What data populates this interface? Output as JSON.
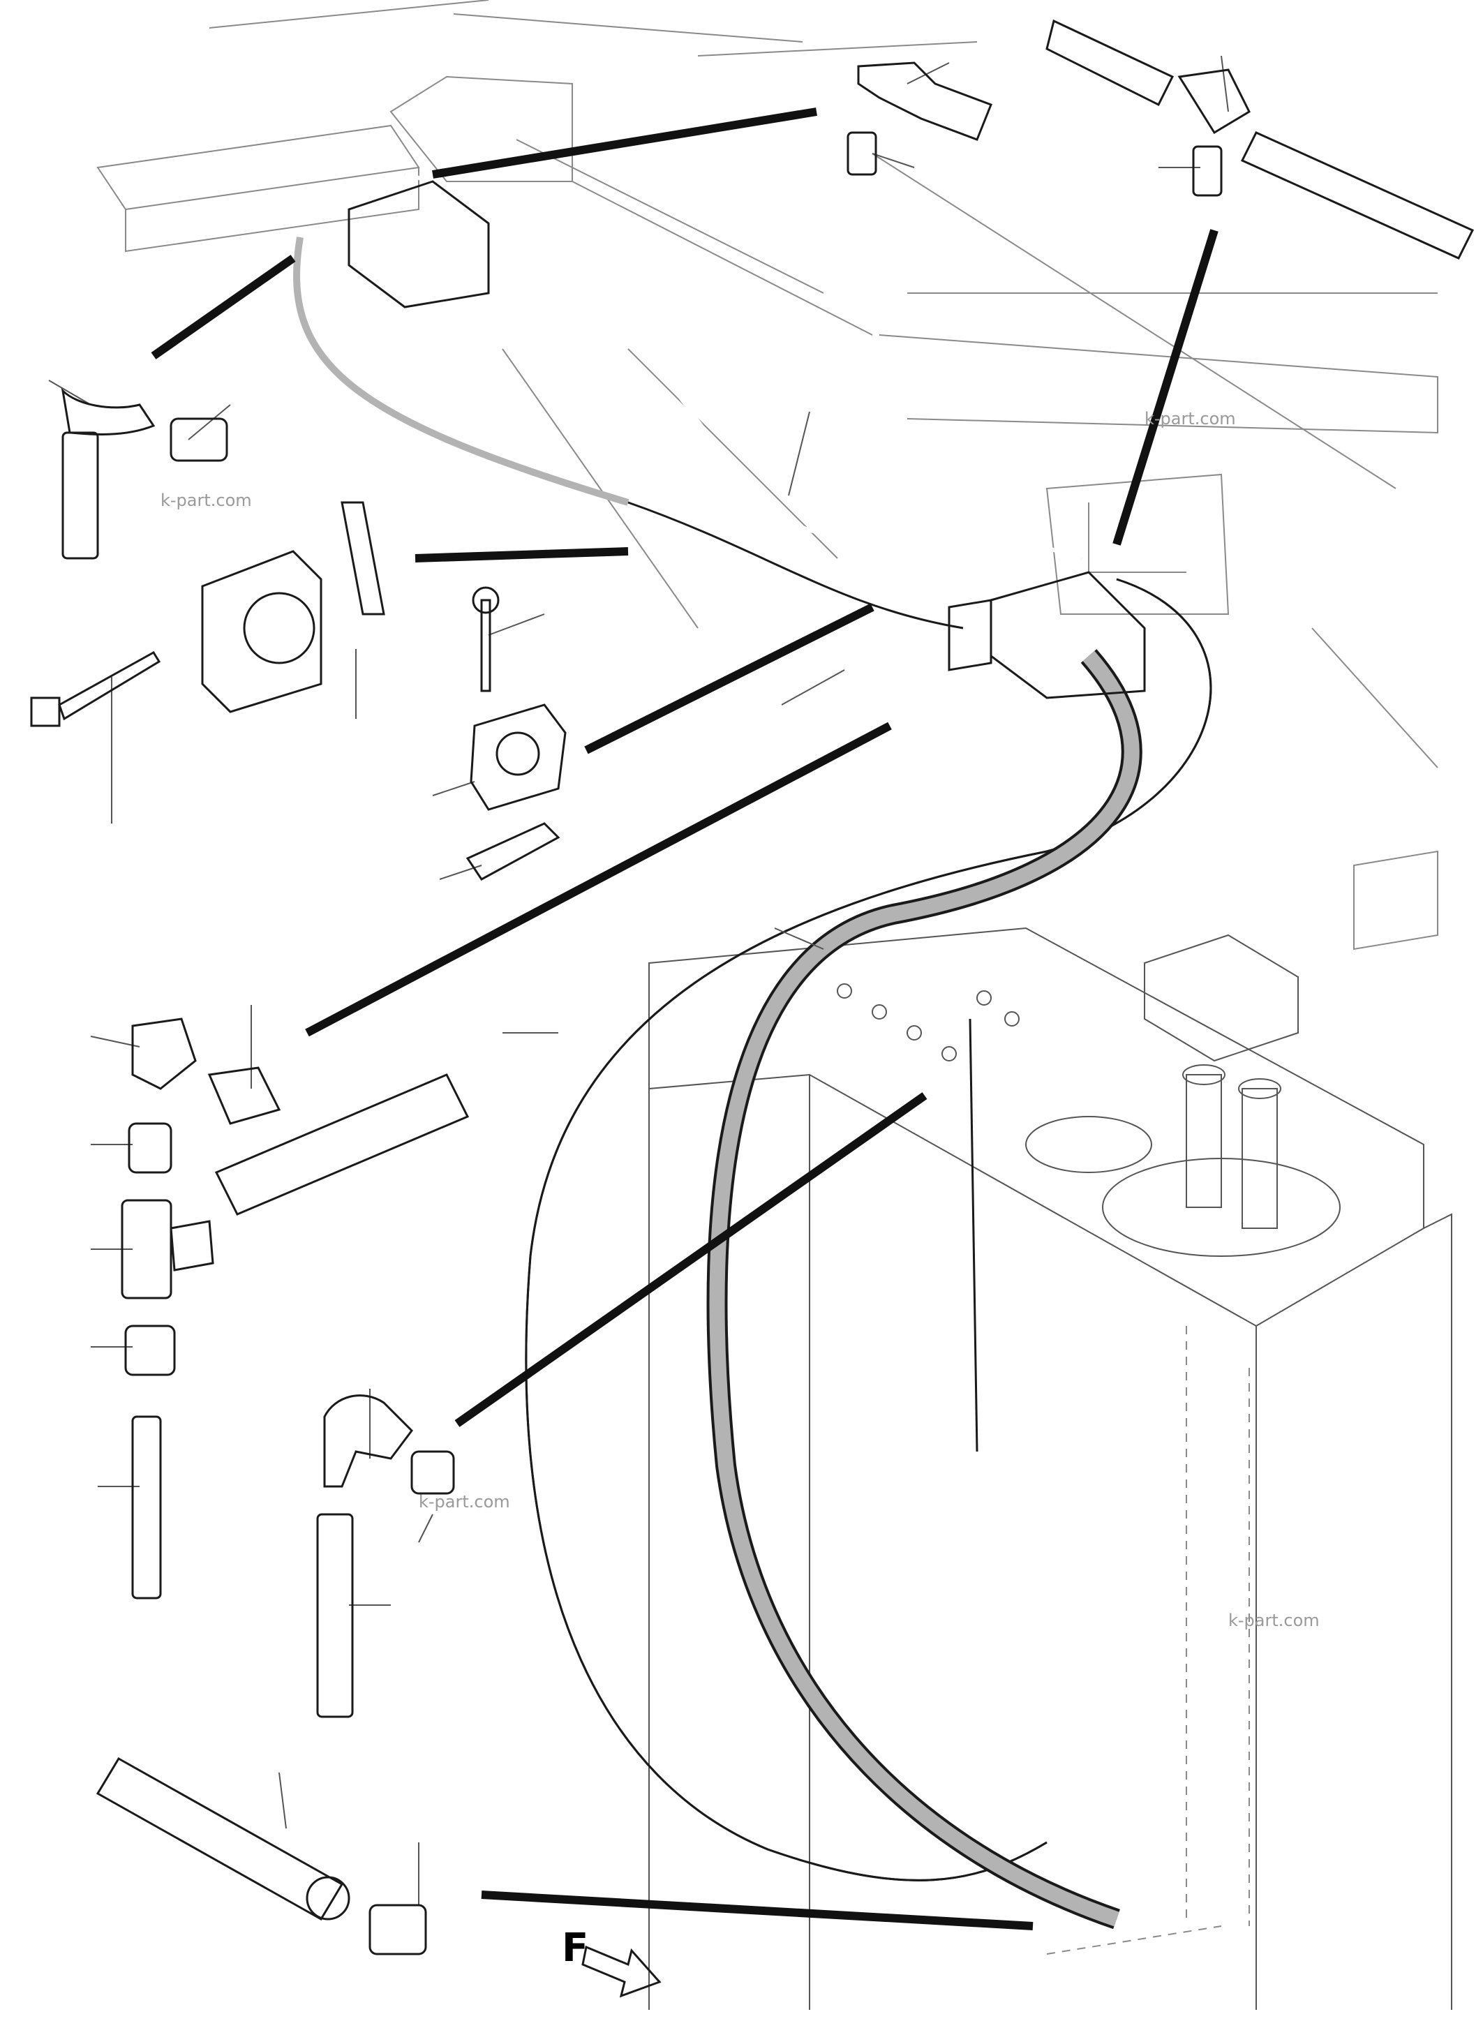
{
  "watermarks": [
    "k-part.com",
    "k-part.com",
    "k-part.com",
    "k-part.com"
  ],
  "direction_label": "F",
  "colors": {
    "line": "#1a1a1a",
    "hose_fill": "#b3b3b3",
    "watermark": "#9a9a9a"
  }
}
